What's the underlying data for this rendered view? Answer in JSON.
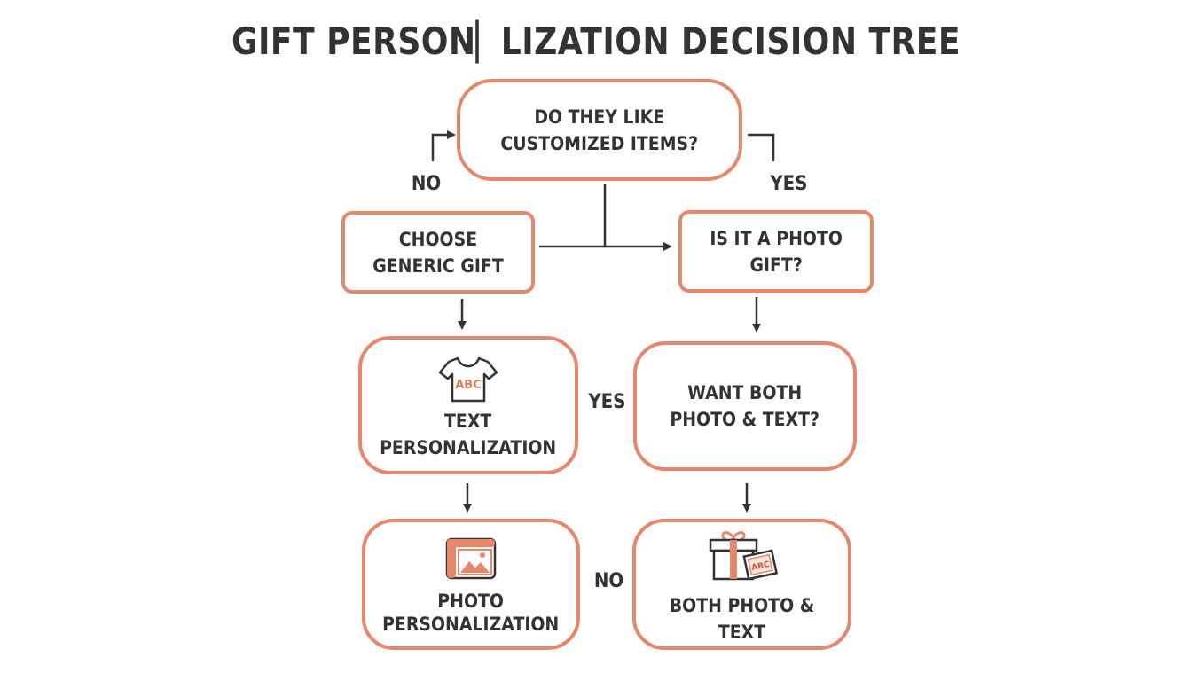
{
  "title": "GIFT PERSON▏LIZATION DECISION TREE",
  "nodes": {
    "q_customized": {
      "line1": "DO THEY LIKE",
      "line2": "CUSTOMIZED ITEMS?"
    },
    "choose_generic": {
      "line1": "CHOOSE",
      "line2": "GENERIC GIFT"
    },
    "q_photo": {
      "line1": "IS IT A PHOTO",
      "line2": "GIFT?"
    },
    "text_personalization": {
      "line1": "TEXT",
      "line2": "PERSONALIZATION",
      "icon": "t-shirt-icon",
      "icon_text": "ABC"
    },
    "q_both": {
      "line1": "WANT BOTH",
      "line2": "PHOTO & TEXT?"
    },
    "photo_personalization": {
      "line1": "PHOTO",
      "line2": "PERSONALIZATION",
      "icon": "picture-frame-icon"
    },
    "both": {
      "line1": "BOTH PHOTO & TEXT",
      "icon": "gift-box-icon",
      "icon_text": "ABC"
    }
  },
  "edge_labels": {
    "no_top": "NO",
    "yes_top": "YES",
    "yes_middle": "YES",
    "no_bottom": "NO"
  },
  "colors": {
    "accent": "#e8866a",
    "text": "#333333",
    "line": "#333333"
  }
}
